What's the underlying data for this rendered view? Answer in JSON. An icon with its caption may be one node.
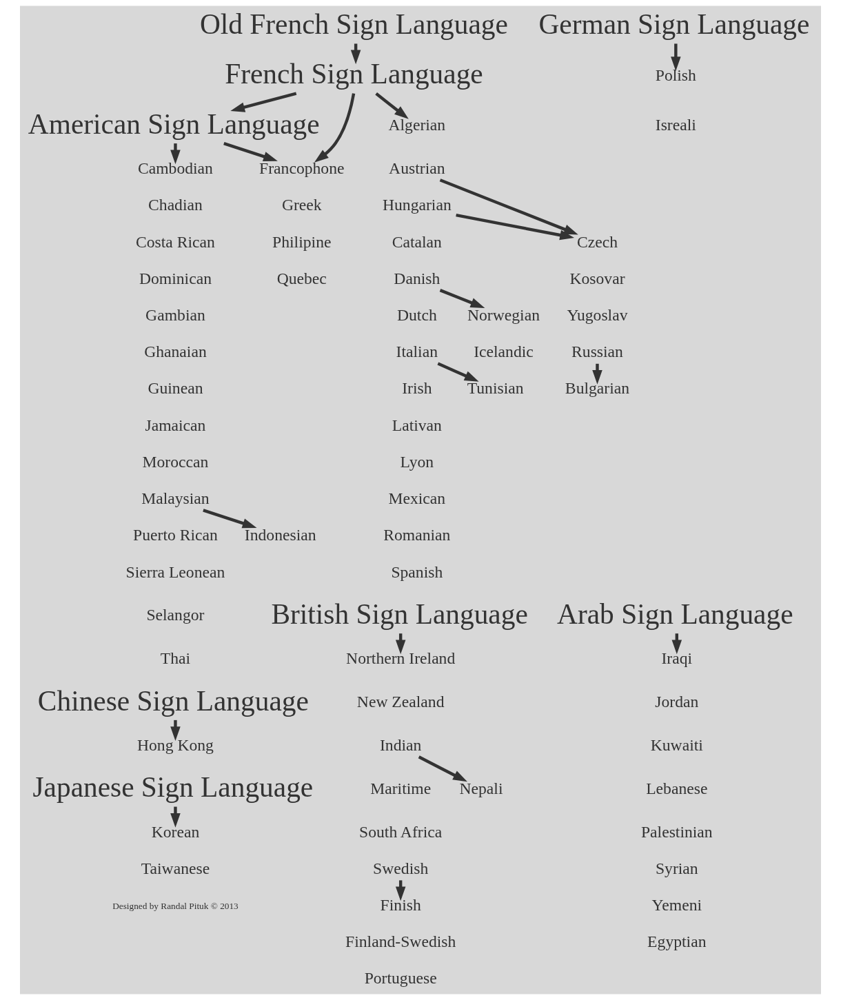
{
  "diagram": {
    "nodes": [
      {
        "text": [
          "Old French Sign Language"
        ]
      },
      {
        "text": [
          "German Sign Language"
        ]
      },
      {
        "text": [
          "French Sign Language"
        ]
      },
      {
        "text": [
          "Polish"
        ]
      },
      {
        "text": [
          "Isreali"
        ]
      },
      {
        "text": [
          "American Sign Language"
        ]
      },
      {
        "text": [
          "Cambodian"
        ]
      },
      {
        "text": [
          "Chadian"
        ]
      },
      {
        "text": [
          "Costa Rican"
        ]
      },
      {
        "text": [
          "Dominican"
        ]
      },
      {
        "text": [
          "Gambian"
        ]
      },
      {
        "text": [
          "Ghanaian"
        ]
      },
      {
        "text": [
          "Guinean"
        ]
      },
      {
        "text": [
          "Jamaican"
        ]
      },
      {
        "text": [
          "Moroccan"
        ]
      },
      {
        "text": [
          "Malaysian"
        ]
      },
      {
        "text": [
          "Puerto Rican"
        ]
      },
      {
        "text": [
          "Sierra Leonean"
        ]
      },
      {
        "text": [
          "Selangor"
        ]
      },
      {
        "text": [
          "Thai"
        ]
      },
      {
        "text": [
          "Indonesian"
        ]
      },
      {
        "text": [
          "Francophone"
        ]
      },
      {
        "text": [
          "Greek"
        ]
      },
      {
        "text": [
          "Philipine"
        ]
      },
      {
        "text": [
          "Quebec"
        ]
      },
      {
        "text": [
          "Algerian"
        ]
      },
      {
        "text": [
          "Austrian"
        ]
      },
      {
        "text": [
          "Hungarian"
        ]
      },
      {
        "text": [
          "Catalan"
        ]
      },
      {
        "text": [
          "Danish"
        ]
      },
      {
        "text": [
          "Dutch"
        ]
      },
      {
        "text": [
          "Italian"
        ]
      },
      {
        "text": [
          "Irish"
        ]
      },
      {
        "text": [
          "Lativan"
        ]
      },
      {
        "text": [
          "Lyon"
        ]
      },
      {
        "text": [
          "Mexican"
        ]
      },
      {
        "text": [
          "Romanian"
        ]
      },
      {
        "text": [
          "Spanish"
        ]
      },
      {
        "text": [
          "Czech"
        ]
      },
      {
        "text": [
          "Kosovar"
        ]
      },
      {
        "text": [
          "Yugoslav"
        ]
      },
      {
        "text": [
          "Russian"
        ]
      },
      {
        "text": [
          "Norwegian"
        ]
      },
      {
        "text": [
          "Icelandic"
        ]
      },
      {
        "text": [
          "Bulgarian"
        ]
      },
      {
        "text": [
          "Tunisian"
        ]
      },
      {
        "text": [
          "Chinese Sign Language"
        ]
      },
      {
        "text": [
          "Hong Kong"
        ]
      },
      {
        "text": [
          "British Sign Language"
        ]
      },
      {
        "text": [
          "Arab Sign Language"
        ]
      },
      {
        "text": [
          "Japanese Sign Language"
        ]
      },
      {
        "text": [
          "Korean"
        ]
      },
      {
        "text": [
          "Taiwanese"
        ]
      },
      {
        "text": [
          "Iraqi"
        ]
      },
      {
        "text": [
          "Jordan"
        ]
      },
      {
        "text": [
          "Kuwaiti"
        ]
      },
      {
        "text": [
          "Lebanese"
        ]
      },
      {
        "text": [
          "Palestinian"
        ]
      },
      {
        "text": [
          "Syrian"
        ]
      },
      {
        "text": [
          "Yemeni"
        ]
      },
      {
        "text": [
          "Egyptian"
        ]
      },
      {
        "text": [
          "Northern Ireland"
        ]
      },
      {
        "text": [
          "New Zealand"
        ]
      },
      {
        "text": [
          "Indian"
        ]
      },
      {
        "text": [
          "Maritime"
        ]
      },
      {
        "text": [
          "South Africa"
        ]
      },
      {
        "text": [
          "Swedish"
        ]
      },
      {
        "text": [
          "Nepali"
        ]
      },
      {
        "text": [
          "Finish"
        ]
      },
      {
        "text": [
          "Finland-Swedish"
        ]
      },
      {
        "text": [
          "Portuguese"
        ]
      }
    ],
    "edges": [
      {
        "from": 0,
        "to": 2,
        "arrow": "to"
      },
      {
        "from": 1,
        "to": 3,
        "arrow": "to"
      },
      {
        "from": 2,
        "to": 5,
        "arrow": "to"
      },
      {
        "from": 5,
        "to": 6,
        "arrow": "to"
      },
      {
        "from": 2,
        "to": 21,
        "arrow": "to"
      },
      {
        "from": 5,
        "to": 21,
        "arrow": "to"
      },
      {
        "from": 2,
        "to": 25,
        "arrow": "to"
      },
      {
        "from": 15,
        "to": 20,
        "arrow": "to"
      },
      {
        "from": 26,
        "to": 38,
        "arrow": "to"
      },
      {
        "from": 27,
        "to": 38,
        "arrow": "to"
      },
      {
        "from": 29,
        "to": 42,
        "arrow": "to"
      },
      {
        "from": 31,
        "to": 45,
        "arrow": "to"
      },
      {
        "from": 41,
        "to": 44,
        "arrow": "to"
      },
      {
        "from": 46,
        "to": 47,
        "arrow": "to"
      },
      {
        "from": 48,
        "to": 61,
        "arrow": "to"
      },
      {
        "from": 49,
        "to": 53,
        "arrow": "to"
      },
      {
        "from": 50,
        "to": 51,
        "arrow": "to"
      },
      {
        "from": 63,
        "to": 67,
        "arrow": "to"
      },
      {
        "from": 66,
        "to": 68,
        "arrow": "to"
      }
    ],
    "labels": [
      "Designed by Randal Pituk © 2013"
    ]
  }
}
